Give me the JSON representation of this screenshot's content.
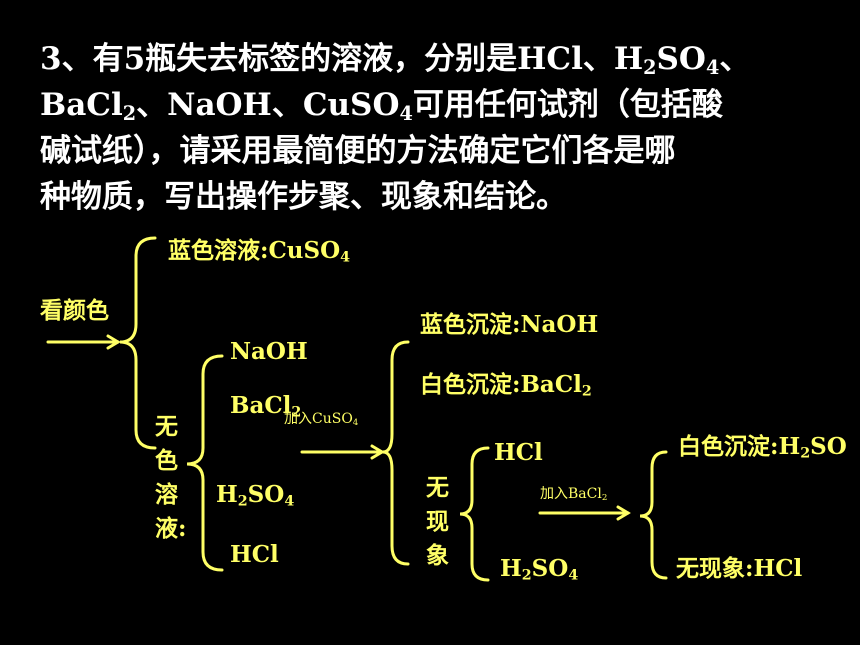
{
  "question": {
    "line1_a": "3、有5瓶失去标签的溶液，分别是HCl、H",
    "line1_sub1": "2",
    "line1_b": "SO",
    "line1_sub2": "4",
    "line1_c": "、",
    "line2_a": "BaCl",
    "line2_sub1": "2",
    "line2_b": "、NaOH、CuSO",
    "line2_sub2": "4",
    "line2_c": "可用任何试剂（包括酸",
    "line3": "碱试纸），请采用最简便的方法确定它们各是哪",
    "line4": "种物质，写出操作步聚、现象和结论。"
  },
  "diagram": {
    "look_color": "看颜色",
    "blue_solution_a": "蓝色溶液:CuSO",
    "blue_solution_sub": "4",
    "colorless_solution_chars": [
      "无",
      "色",
      "溶",
      "液:"
    ],
    "group1": {
      "naoh": "NaOH",
      "bacl2_a": "BaCl",
      "bacl2_sub": "2",
      "h2so4_a": "H",
      "h2so4_sub1": "2",
      "h2so4_b": "SO",
      "h2so4_sub2": "4",
      "hcl": "HCl"
    },
    "add_cuso4_a": "加入CuSO",
    "add_cuso4_sub": "4",
    "blue_precip": "蓝色沉淀:NaOH",
    "white_precip_a": "白色沉淀:BaCl",
    "white_precip_sub": "2",
    "no_phenomenon_chars": [
      "无",
      "现",
      "象"
    ],
    "group2": {
      "hcl": "HCl",
      "h2so4_a": "H",
      "h2so4_sub1": "2",
      "h2so4_b": "SO",
      "h2so4_sub2": "4"
    },
    "add_bacl2_a": "加入BaCl",
    "add_bacl2_sub": "2",
    "white_precip2_a": "白色沉淀:H",
    "white_precip2_sub1": "2",
    "white_precip2_b": "SO",
    "no_phenomenon_hcl": "无现象:HCl"
  },
  "colors": {
    "background": "#000000",
    "question_text": "#ffffff",
    "diagram": "#ffff66"
  }
}
